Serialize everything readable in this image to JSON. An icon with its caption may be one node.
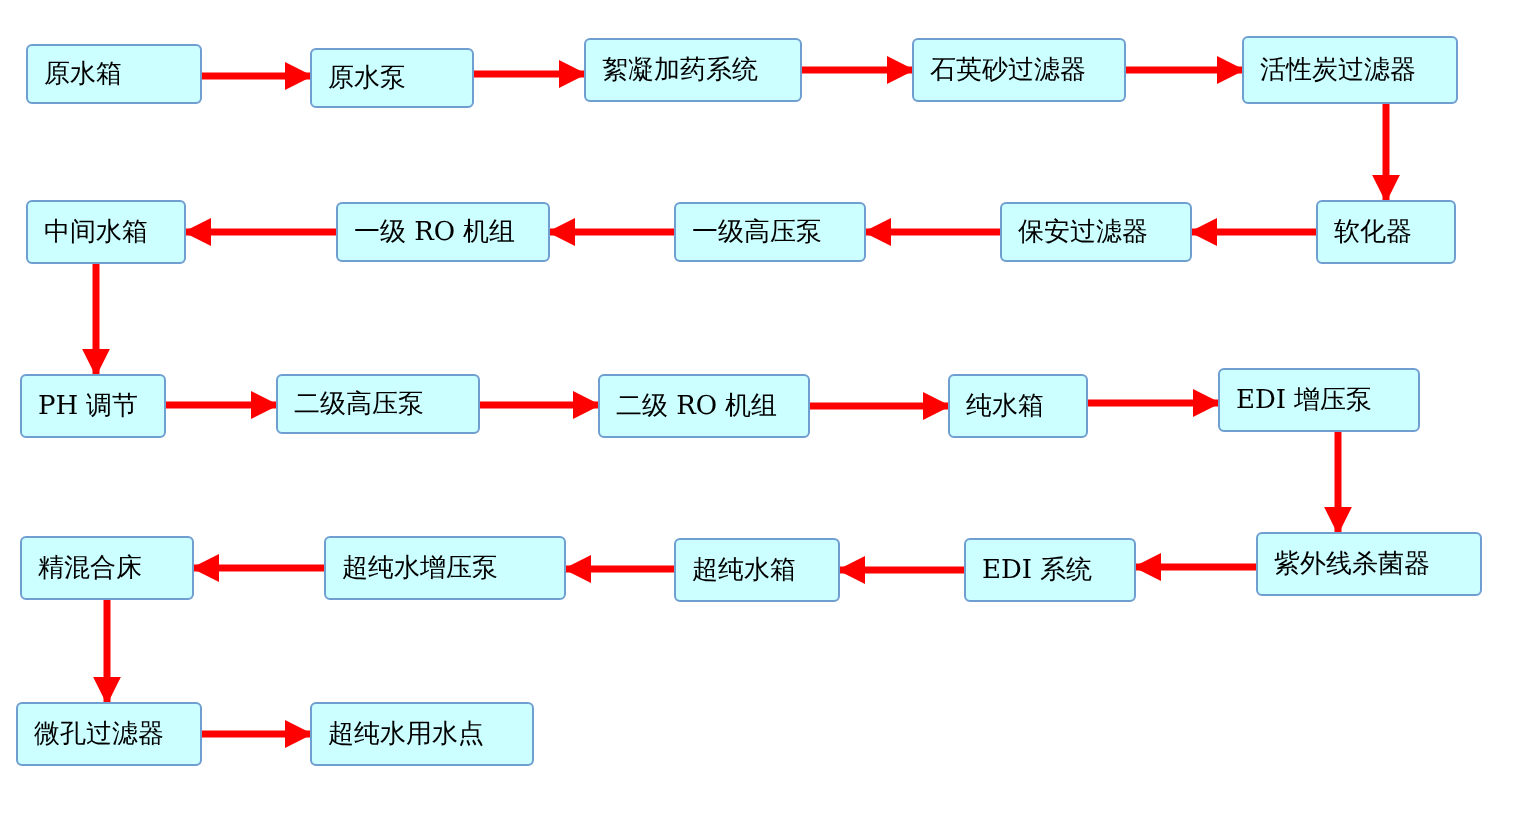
{
  "diagram": {
    "nodes": [
      {
        "text": [
          "原水箱"
        ]
      },
      {
        "text": [
          "原水泵"
        ]
      },
      {
        "text": [
          "絮凝加药系统"
        ]
      },
      {
        "text": [
          "石英砂过滤器"
        ]
      },
      {
        "text": [
          "活性炭过滤器"
        ]
      },
      {
        "text": [
          "软化器"
        ]
      },
      {
        "text": [
          "保安过滤器"
        ]
      },
      {
        "text": [
          "一级 RO 机组"
        ]
      },
      {
        "text": [
          "一级高压泵"
        ]
      },
      {
        "text": [
          "中间水箱"
        ]
      },
      {
        "text": [
          "PH 调节"
        ]
      },
      {
        "text": [
          "二级高压泵"
        ]
      },
      {
        "text": [
          "二级 RO 机组"
        ]
      },
      {
        "text": [
          "纯水箱"
        ]
      },
      {
        "text": [
          "EDI 增压泵"
        ]
      },
      {
        "text": [
          "紫外线杀菌器"
        ]
      },
      {
        "text": [
          "EDI 系统"
        ]
      },
      {
        "text": [
          "超纯水箱"
        ]
      },
      {
        "text": [
          "超纯水增压泵"
        ]
      },
      {
        "text": [
          "精混合床"
        ]
      },
      {
        "text": [
          "微孔过滤器"
        ]
      },
      {
        "text": [
          "超纯水用水点"
        ]
      }
    ],
    "edges": [
      {
        "from": 0,
        "to": 1,
        "arrow": "to"
      },
      {
        "from": 1,
        "to": 2,
        "arrow": "to"
      },
      {
        "from": 2,
        "to": 3,
        "arrow": "to"
      },
      {
        "from": 3,
        "to": 4,
        "arrow": "to"
      },
      {
        "from": 4,
        "to": 5,
        "arrow": "to"
      },
      {
        "from": 5,
        "to": 6,
        "arrow": "to"
      },
      {
        "from": 6,
        "to": 8,
        "arrow": "to"
      },
      {
        "from": 8,
        "to": 7,
        "arrow": "to"
      },
      {
        "from": 7,
        "to": 9,
        "arrow": "to"
      },
      {
        "from": 9,
        "to": 10,
        "arrow": "to"
      },
      {
        "from": 10,
        "to": 11,
        "arrow": "to"
      },
      {
        "from": 11,
        "to": 12,
        "arrow": "to"
      },
      {
        "from": 12,
        "to": 13,
        "arrow": "to"
      },
      {
        "from": 13,
        "to": 14,
        "arrow": "to"
      },
      {
        "from": 14,
        "to": 15,
        "arrow": "to"
      },
      {
        "from": 15,
        "to": 16,
        "arrow": "to"
      },
      {
        "from": 16,
        "to": 17,
        "arrow": "to"
      },
      {
        "from": 17,
        "to": 18,
        "arrow": "to"
      },
      {
        "from": 18,
        "to": 19,
        "arrow": "to"
      },
      {
        "from": 19,
        "to": 20,
        "arrow": "to"
      },
      {
        "from": 20,
        "to": 21,
        "arrow": "to"
      }
    ]
  }
}
